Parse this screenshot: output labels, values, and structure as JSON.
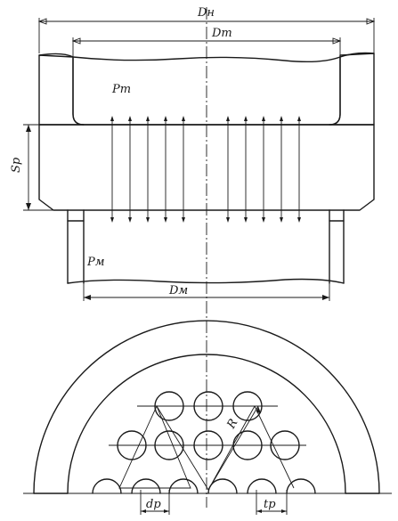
{
  "labels": {
    "dn": "Dн",
    "dt": "Dт",
    "dm": "Dм",
    "sp": "Sр",
    "pt": "Pт",
    "pm": "Pм",
    "r": "R",
    "dp": "dр",
    "tp": "tр"
  },
  "colors": {
    "ink": "#1a1a1a",
    "paper": "#ffffff"
  }
}
